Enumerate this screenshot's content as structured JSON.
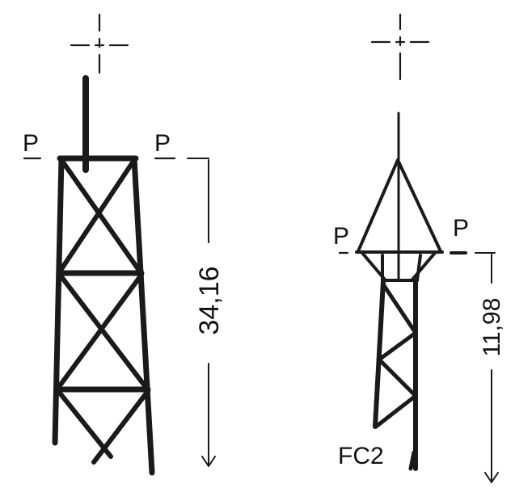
{
  "colors": {
    "ink": "#1a1a1a",
    "paper": "#ffffff"
  },
  "left_tower": {
    "label_p_left": "P",
    "label_p_right": "P",
    "height_dimension": "34,16"
  },
  "right_tower": {
    "label_p_left": "P",
    "label_p_right": "P",
    "height_dimension": "11,98",
    "base_label": "FC2"
  }
}
